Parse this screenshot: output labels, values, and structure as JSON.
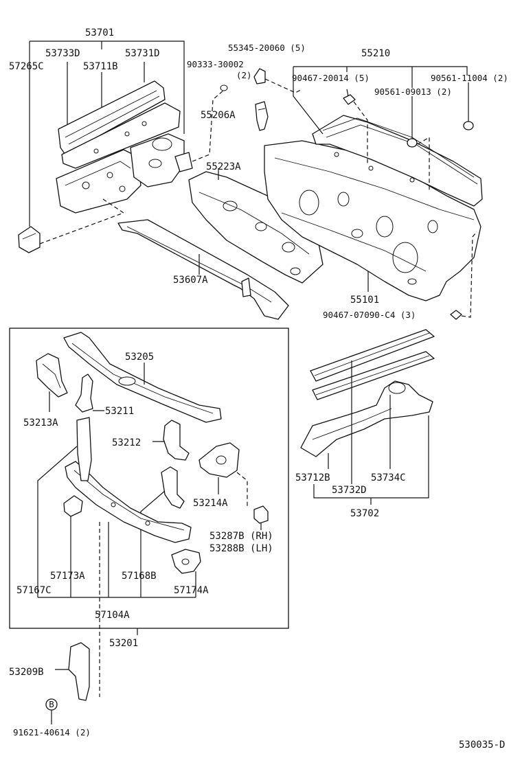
{
  "labels": {
    "p53701": "53701",
    "p53733D": "53733D",
    "p53731D": "53731D",
    "p57265C": "57265C",
    "p53711B": "53711B",
    "p55345": "55345-20060 (5)",
    "p90333": "90333-30002",
    "p90333q": "(2)",
    "p55210": "55210",
    "p90467a": "90467-20014 (5)",
    "p90561a": "90561-11004 (2)",
    "p90561b": "90561-09013 (2)",
    "p55206A": "55206A",
    "p55223A": "55223A",
    "p53607A": "53607A",
    "p55101": "55101",
    "p90467b": "90467-07090-C4 (3)",
    "p53205": "53205",
    "p53213A": "53213A",
    "p53211": "53211",
    "p53212": "53212",
    "p53214A": "53214A",
    "p53287B": "53287B (RH)",
    "p53288B": "53288B (LH)",
    "p57173A": "57173A",
    "p57168B": "57168B",
    "p57167C": "57167C",
    "p57174A": "57174A",
    "p57104A": "57104A",
    "p53201": "53201",
    "p53209B": "53209B",
    "p91621": "91621-40614 (2)",
    "p53712B": "53712B",
    "p53734C": "53734C",
    "p53732D": "53732D",
    "p53702": "53702",
    "ref": "530035-D",
    "circleB": "B"
  }
}
